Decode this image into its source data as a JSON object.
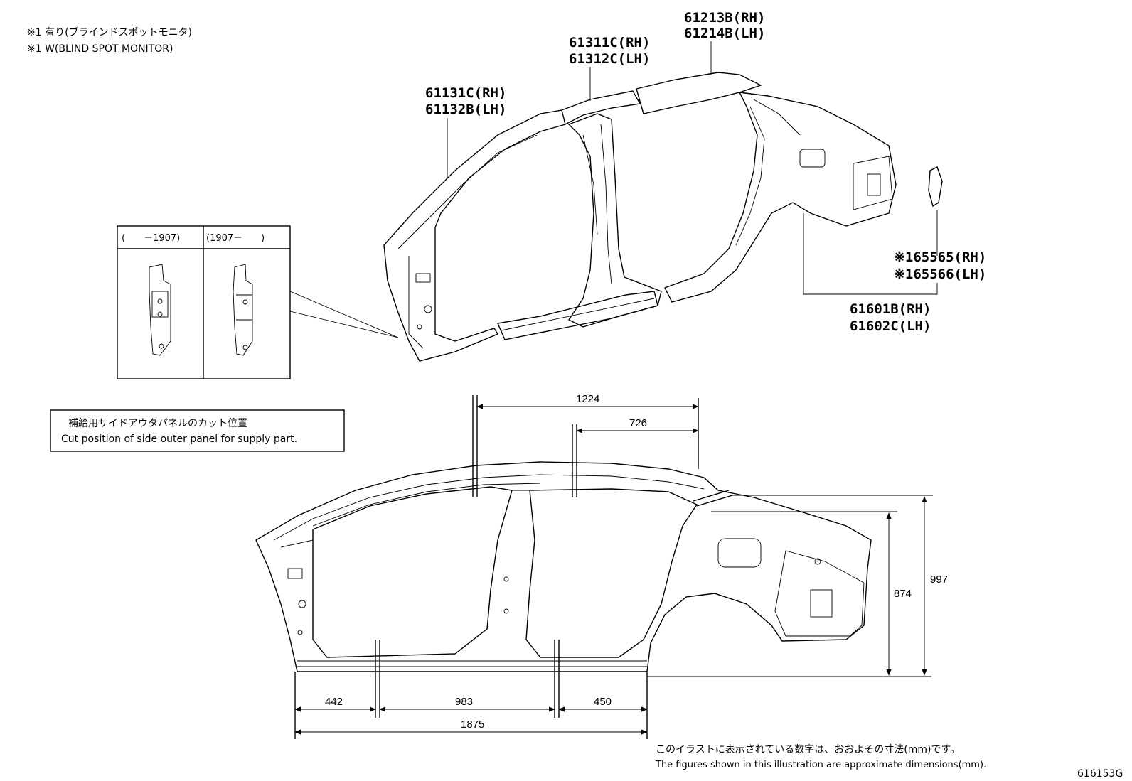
{
  "notes": {
    "jp": "※1 有り(ブラインドスポットモニタ)",
    "en": "※1 W(BLIND SPOT MONITOR)"
  },
  "parts": {
    "p61213": "61213B(RH)",
    "p61214": "61214B(LH)",
    "p61311": "61311C(RH)",
    "p61312": "61312C(LH)",
    "p61131": "61131C(RH)",
    "p61132": "61132B(LH)",
    "p65565": "※165565(RH)",
    "p65566": "※165566(LH)",
    "p61601": "61601B(RH)",
    "p61602": "61602C(LH)"
  },
  "inset": {
    "left_header": "(　　－1907)",
    "right_header": "(1907－　　)"
  },
  "cut_box": {
    "jp": "補給用サイドアウタパネルのカット位置",
    "en": "Cut position of side outer panel for supply part."
  },
  "dimensions": {
    "d1224": "1224",
    "d726": "726",
    "d874": "874",
    "d997": "997",
    "d442": "442",
    "d983": "983",
    "d450": "450",
    "d1875": "1875"
  },
  "footer": {
    "jp": "このイラストに表示されている数字は、おおよその寸法(mm)です。",
    "en": "The figures shown in this illustration are approximate dimensions(mm).",
    "code": "616153G"
  }
}
